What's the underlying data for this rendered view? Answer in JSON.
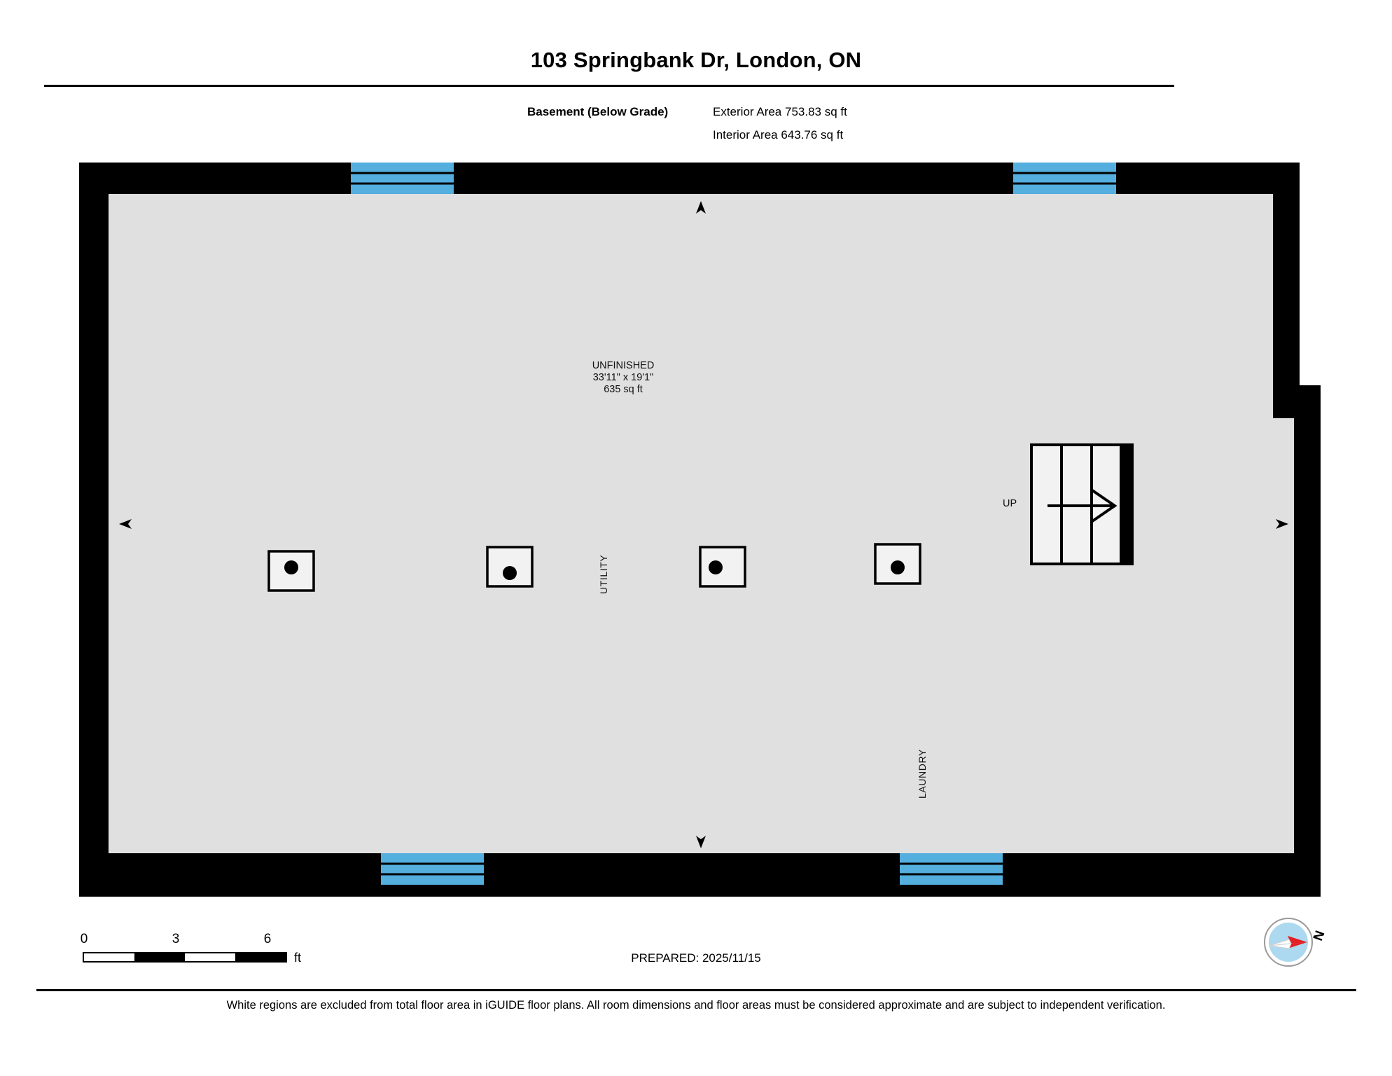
{
  "document": {
    "title": "103 Springbank Dr, London, ON",
    "floor_label": "Basement (Below Grade)",
    "exterior_area": "Exterior Area 753.83 sq ft",
    "interior_area": "Interior Area 643.76 sq ft",
    "prepared": "PREPARED: 2025/11/15",
    "disclaimer": "White regions are excluded from total floor area in iGUIDE floor plans. All room dimensions and floor areas must be considered approximate and are subject to independent verification."
  },
  "scale": {
    "ticks": [
      "0",
      "3",
      "6"
    ],
    "unit": "ft",
    "segments": [
      "light",
      "dark",
      "light",
      "dark"
    ]
  },
  "compass": {
    "letter": "N",
    "dial_color": "#ACD9F0",
    "needle_color": "#E31E24",
    "ring_color": "#9A9A9A"
  },
  "rooms": [
    {
      "name": "UNFINISHED",
      "dimensions": "33'11\" x 19'1\"",
      "area": "635 sq ft"
    }
  ],
  "labels": [
    {
      "text": "UTILITY",
      "orientation": "vertical"
    },
    {
      "text": "LAUNDRY",
      "orientation": "vertical"
    },
    {
      "text": "UP",
      "orientation": "horizontal"
    }
  ],
  "colors": {
    "wall": "#000000",
    "floor": "#E0E0E0",
    "window": "#54AEDE",
    "page_background": "#FFFFFF"
  },
  "features": {
    "columns_count": 4,
    "windows_count": 4,
    "stair_treads": 3,
    "stair_direction": "up"
  }
}
